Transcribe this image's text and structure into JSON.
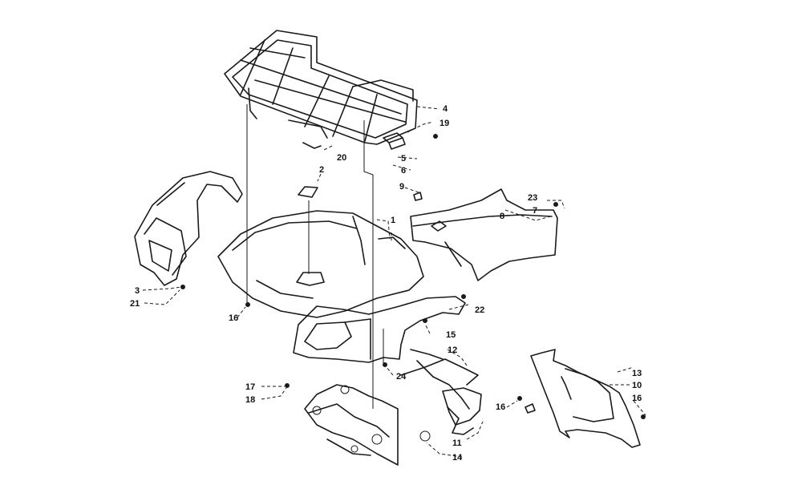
{
  "callouts": [
    {
      "id": "c1",
      "label": "1"
    },
    {
      "id": "c2",
      "label": "2"
    },
    {
      "id": "c3",
      "label": "3"
    },
    {
      "id": "c4",
      "label": "4"
    },
    {
      "id": "c5",
      "label": "5"
    },
    {
      "id": "c6",
      "label": "6"
    },
    {
      "id": "c7",
      "label": "7"
    },
    {
      "id": "c8",
      "label": "8"
    },
    {
      "id": "c9",
      "label": "9"
    },
    {
      "id": "c10",
      "label": "10"
    },
    {
      "id": "c11",
      "label": "11"
    },
    {
      "id": "c12",
      "label": "12"
    },
    {
      "id": "c13",
      "label": "13"
    },
    {
      "id": "c14",
      "label": "14"
    },
    {
      "id": "c15",
      "label": "15"
    },
    {
      "id": "c16a",
      "label": "16"
    },
    {
      "id": "c16b",
      "label": "16"
    },
    {
      "id": "c16c",
      "label": "16"
    },
    {
      "id": "c17",
      "label": "17"
    },
    {
      "id": "c18",
      "label": "18"
    },
    {
      "id": "c19",
      "label": "19"
    },
    {
      "id": "c20",
      "label": "20"
    },
    {
      "id": "c21",
      "label": "21"
    },
    {
      "id": "c22",
      "label": "22"
    },
    {
      "id": "c23",
      "label": "23"
    },
    {
      "id": "c24",
      "label": "24"
    }
  ]
}
